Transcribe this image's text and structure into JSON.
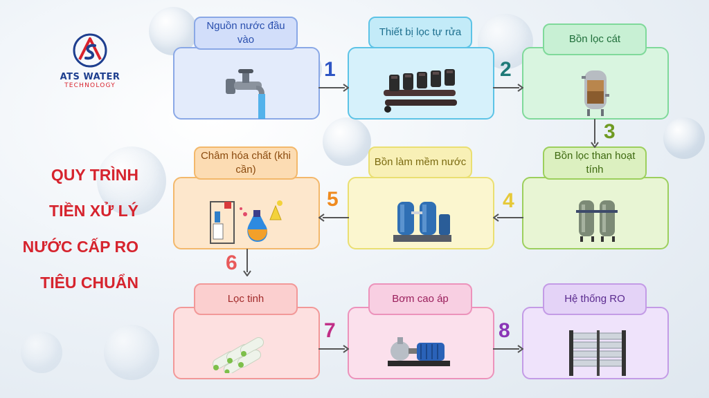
{
  "logo": {
    "name": "ATS WATER",
    "tagline": "TECHNOLOGY"
  },
  "title": {
    "lines": [
      "QUY TRÌNH",
      "TIỀN XỬ LÝ",
      "NƯỚC CẤP RO",
      "TIÊU CHUẨN"
    ],
    "color": "#d6242e"
  },
  "steps": [
    {
      "label": "Nguồn nước đầu vào",
      "illustration": "water-tap-icon",
      "color": "#8aa8e6"
    },
    {
      "label": "Thiết bị lọc tự rửa",
      "illustration": "self-cleaning-filter-icon",
      "color": "#5cc3e6"
    },
    {
      "label": "Bồn lọc cát",
      "illustration": "sand-filter-tank-icon",
      "color": "#7fd99a"
    },
    {
      "label": "Bồn lọc than hoạt tính",
      "illustration": "carbon-filter-tanks-icon",
      "color": "#9ccf5d"
    },
    {
      "label": "Bồn làm mềm nước",
      "illustration": "water-softener-icon",
      "color": "#eadf71"
    },
    {
      "label": "Châm hóa chất (khi cần)",
      "illustration": "chemical-dosing-icon",
      "color": "#f3b86b"
    },
    {
      "label": "Lọc tinh",
      "illustration": "cartridge-filter-icon",
      "color": "#f29898"
    },
    {
      "label": "Bơm cao áp",
      "illustration": "high-pressure-pump-icon",
      "color": "#ec92bb"
    },
    {
      "label": "Hệ thống RO",
      "illustration": "ro-system-icon",
      "color": "#c39be6"
    }
  ],
  "connectors": [
    {
      "number": "1",
      "color": "#2e55c4"
    },
    {
      "number": "2",
      "color": "#1f7a78"
    },
    {
      "number": "3",
      "color": "#6f9a22"
    },
    {
      "number": "4",
      "color": "#e6c93a"
    },
    {
      "number": "5",
      "color": "#ef8a1e"
    },
    {
      "number": "6",
      "color": "#e85a5a"
    },
    {
      "number": "7",
      "color": "#c02d86"
    },
    {
      "number": "8",
      "color": "#8a35b6"
    }
  ]
}
